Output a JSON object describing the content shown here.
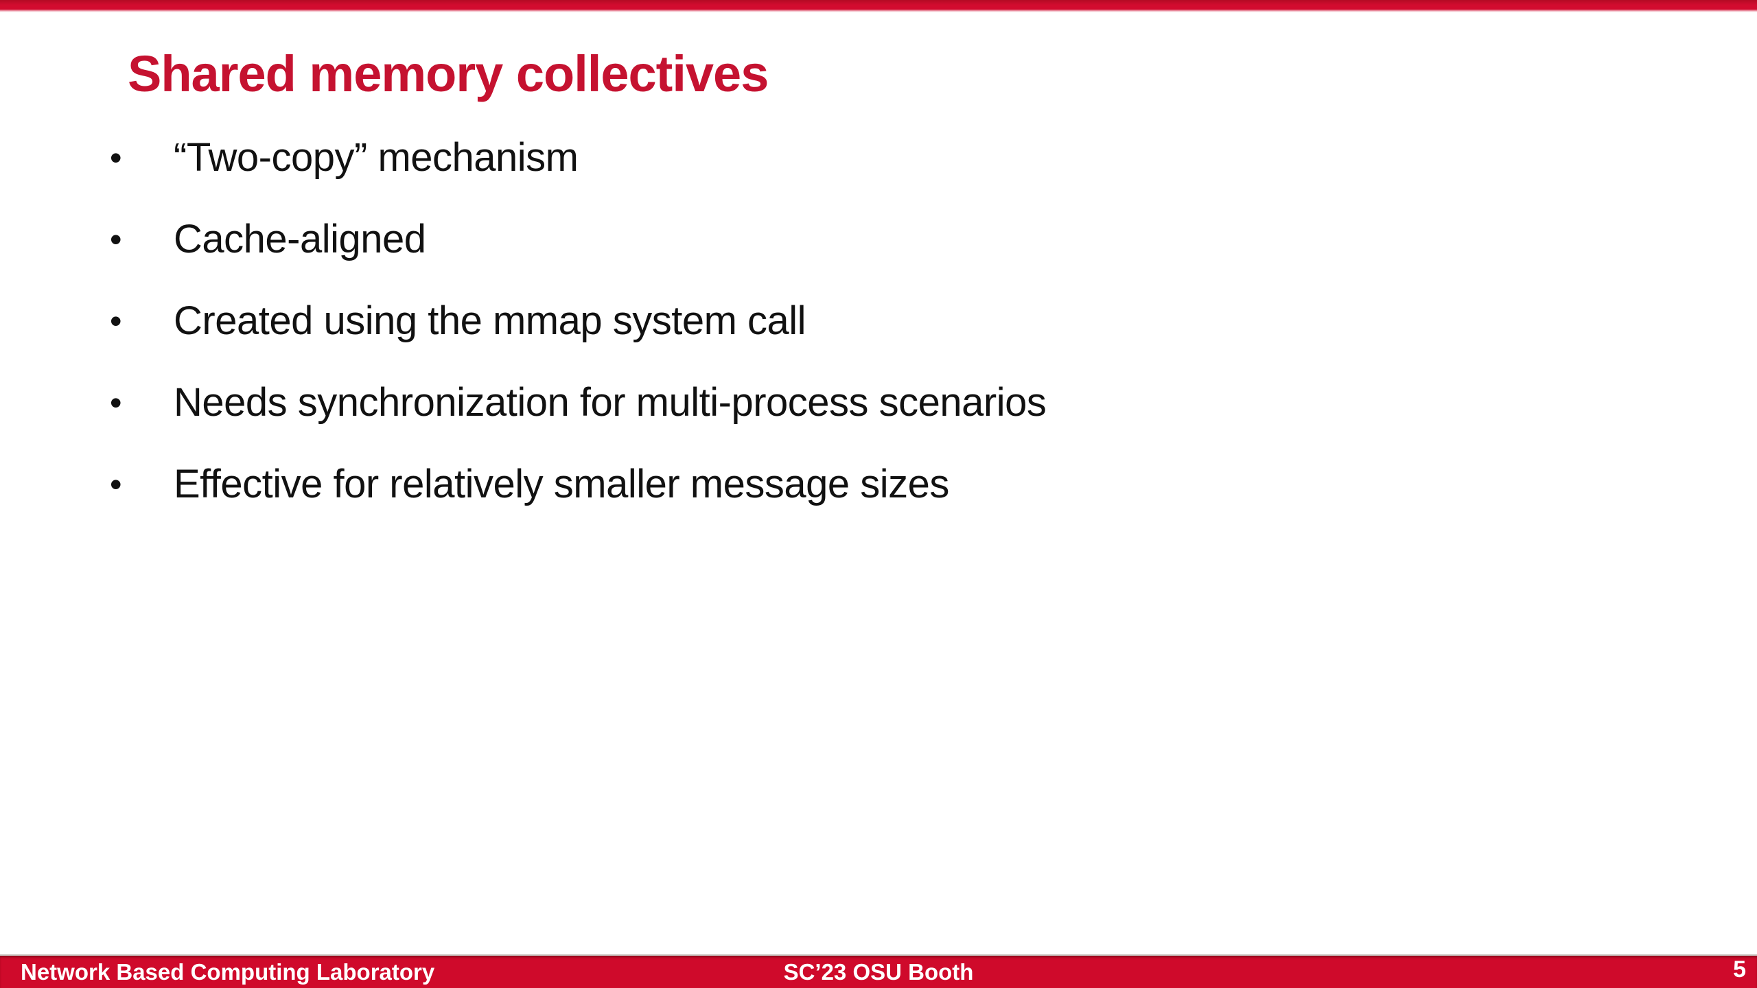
{
  "slide": {
    "title": "Shared memory collectives",
    "bullet_glyph": "•",
    "bullets": [
      {
        "text": "“Two-copy” mechanism"
      },
      {
        "text": "Cache-aligned"
      },
      {
        "text": "Created using the mmap system call"
      },
      {
        "text": "Needs synchronization for multi-process scenarios"
      },
      {
        "text": "Effective for relatively smaller message sizes"
      }
    ]
  },
  "footer": {
    "lab": "Network Based Computing Laboratory",
    "event": "SC’23 OSU Booth",
    "page": "5"
  },
  "colors": {
    "accent_red": "#cf0a2b",
    "title_red": "#c51230",
    "text": "#111111"
  }
}
